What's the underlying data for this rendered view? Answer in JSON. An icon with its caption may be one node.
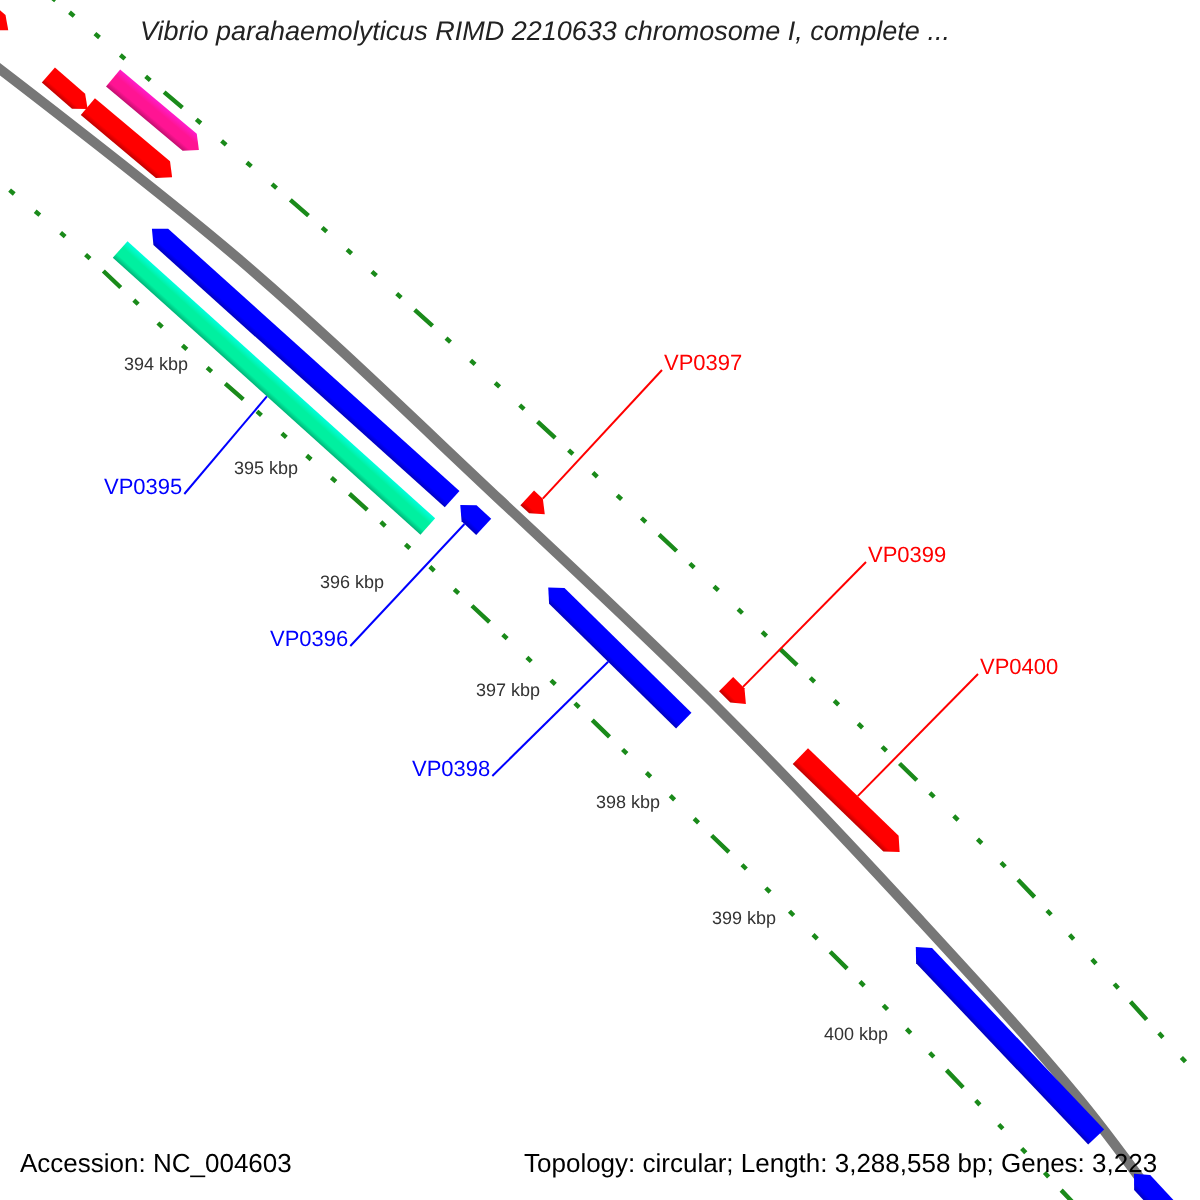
{
  "diagram": {
    "title": "Vibrio parahaemolyticus RIMD 2210633 chromosome I, complete ...",
    "nodes": [
      {
        "text": [],
        "shape": "arrow"
      },
      {
        "text": [],
        "shape": "arrow"
      },
      {
        "text": [],
        "shape": "arrow"
      },
      {
        "text": [],
        "shape": "arrow"
      },
      {
        "text": [],
        "shape": "arrow"
      },
      {
        "text": [],
        "shape": "bar"
      },
      {
        "text": [],
        "shape": "arrow"
      },
      {
        "text": [],
        "shape": "arrow"
      },
      {
        "text": [],
        "shape": "arrow"
      },
      {
        "text": [],
        "shape": "arrow"
      },
      {
        "text": [],
        "shape": "arrow"
      },
      {
        "text": [],
        "shape": "arrow"
      },
      {
        "text": [],
        "shape": "arrow"
      },
      {
        "text": [
          "VP0397"
        ]
      },
      {
        "text": [
          "VP0395"
        ]
      },
      {
        "text": [
          "VP0399"
        ]
      },
      {
        "text": [
          "VP0396"
        ]
      },
      {
        "text": [
          "VP0400"
        ]
      },
      {
        "text": [
          "VP0398"
        ]
      }
    ],
    "edges": [
      {
        "from": 13,
        "to": 7,
        "arrow": "none",
        "color": "#ff0000"
      },
      {
        "from": 14,
        "to": 5,
        "arrow": "none",
        "color": "#0000ff"
      },
      {
        "from": 15,
        "to": 9,
        "arrow": "none",
        "color": "#ff0000"
      },
      {
        "from": 16,
        "to": 6,
        "arrow": "none",
        "color": "#0000ff"
      },
      {
        "from": 17,
        "to": 10,
        "arrow": "none",
        "color": "#ff0000"
      },
      {
        "from": 18,
        "to": 8,
        "arrow": "none",
        "color": "#0000ff"
      }
    ],
    "labels": [
      "394 kbp",
      "395 kbp",
      "396 kbp",
      "397 kbp",
      "398 kbp",
      "399 kbp",
      "400 kbp",
      "Accession: NC_004603",
      "Topology: circular; Length: 3,288,558 bp; Genes: 3,223"
    ]
  }
}
